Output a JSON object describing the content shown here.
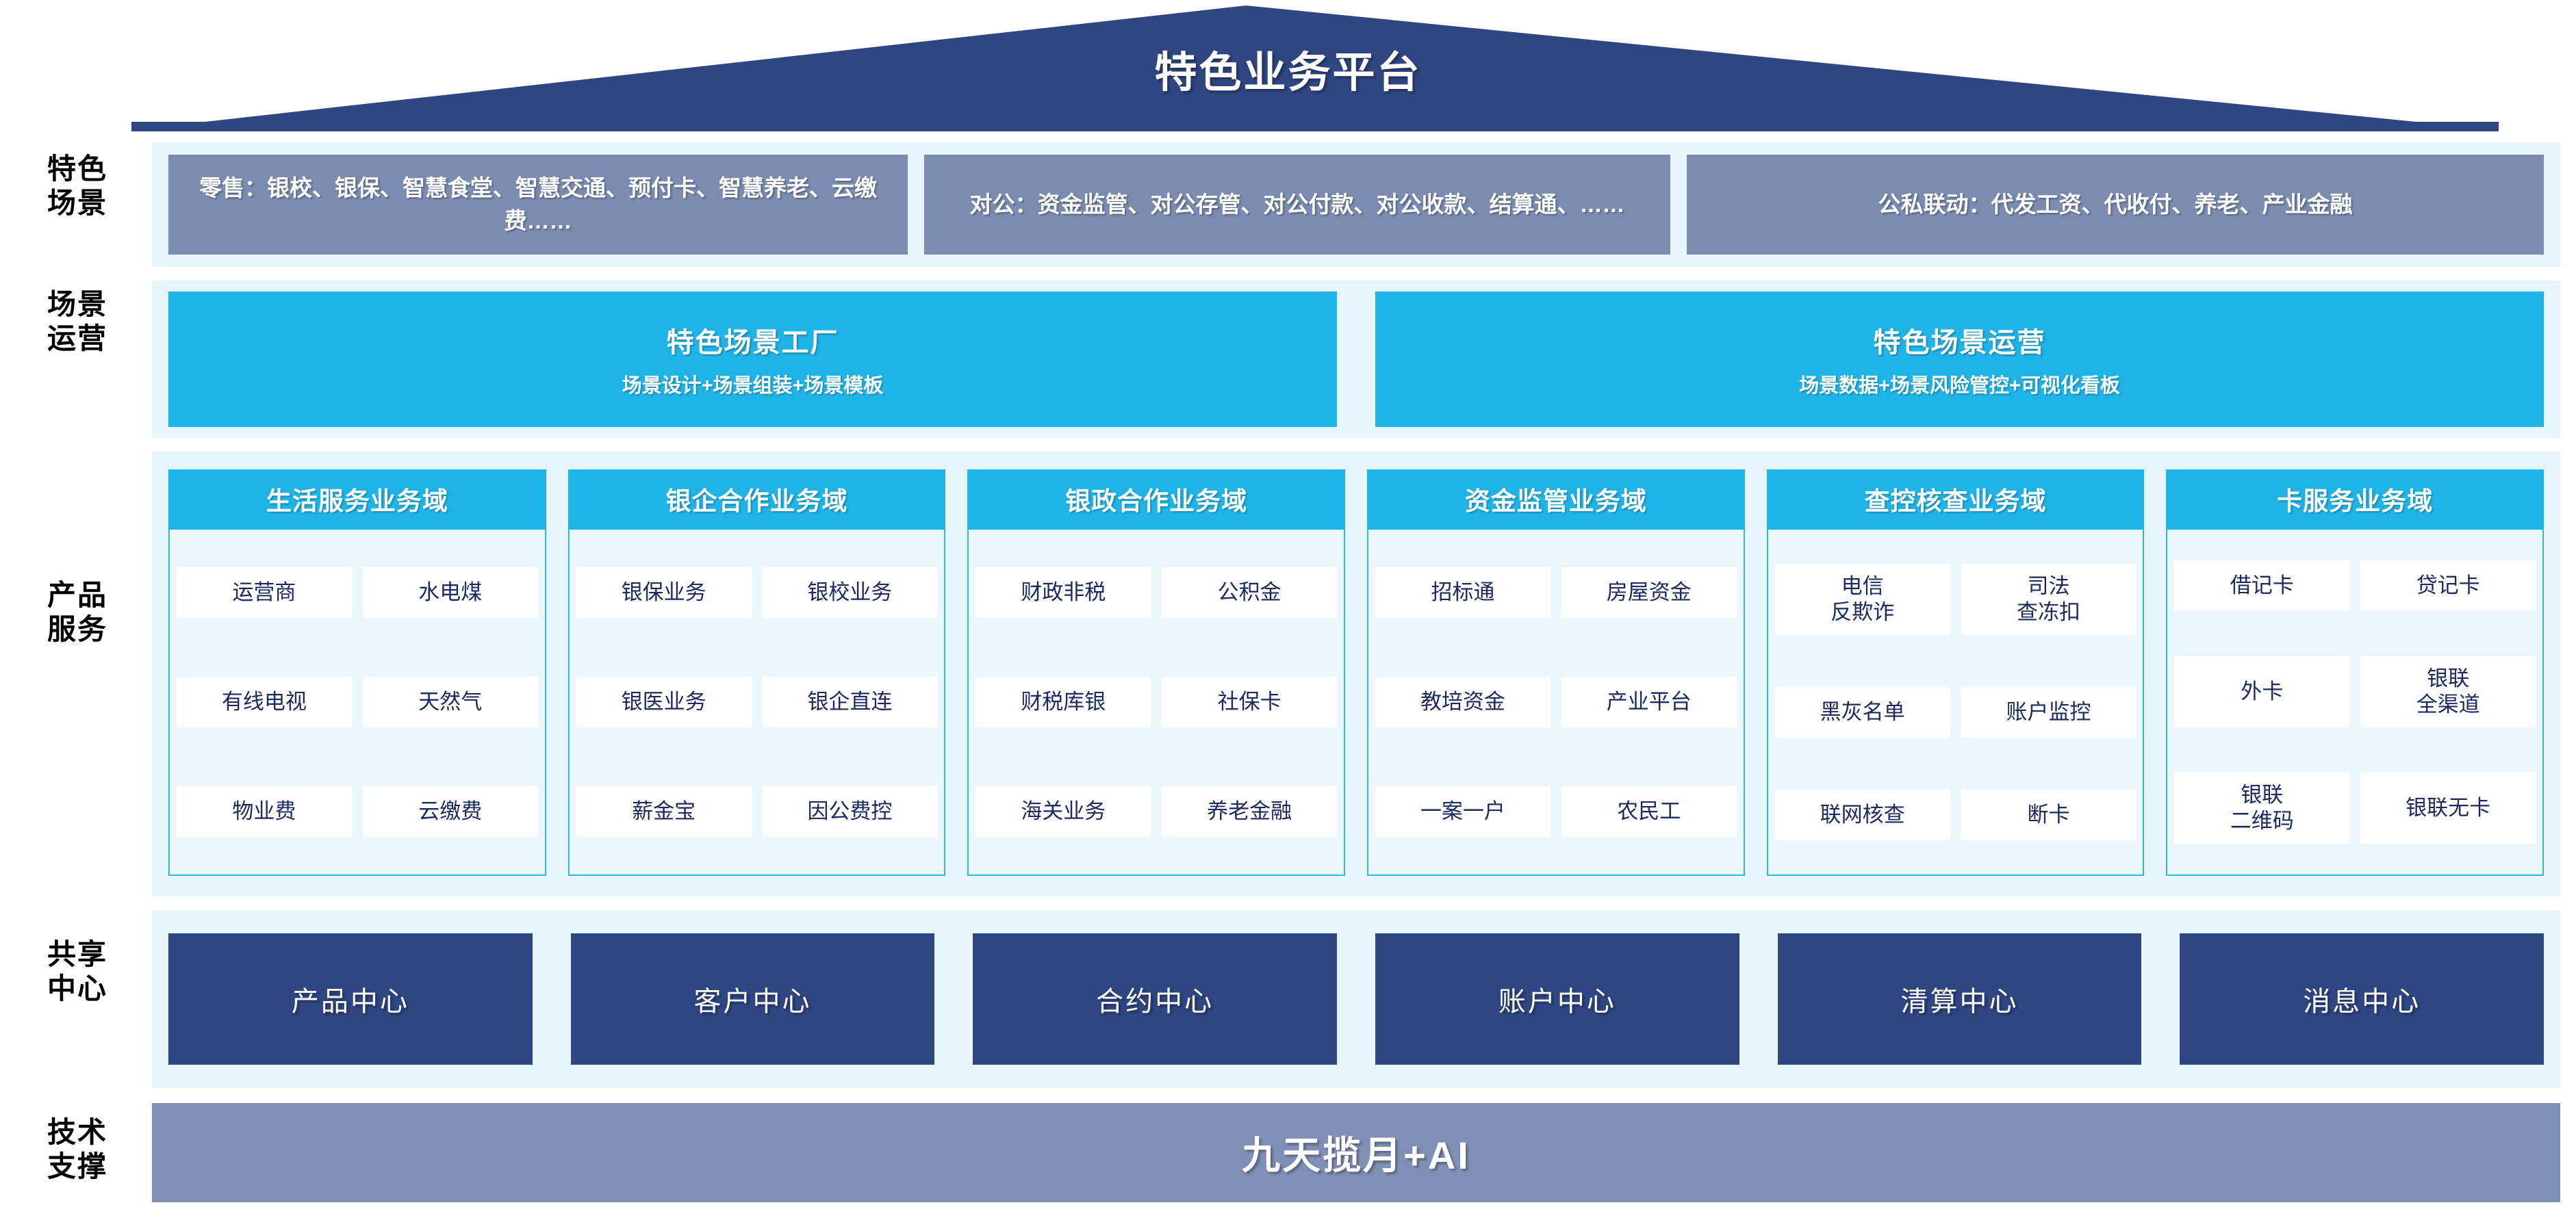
{
  "header": {
    "title": "特色业务平台",
    "roof_color": "#2f4682"
  },
  "colors": {
    "band_bg": "#e7f5fd",
    "scenario_box": "#7b8cb0",
    "cyan": "#1fb4e8",
    "deep_blue": "#2f4682",
    "tech_bar": "#808fb5",
    "cell_text": "#1b2a60"
  },
  "rows": {
    "scenario": {
      "label": "特色\n场景",
      "label_line1": "特色",
      "label_line2": "场景",
      "boxes": [
        {
          "name": "retail",
          "text": "零售：银校、银保、智慧食堂、智慧交通、预付卡、智慧养老、云缴费……"
        },
        {
          "name": "corporate",
          "text": "对公：资金监管、对公存管、对公付款、对公收款、结算通、……"
        },
        {
          "name": "public-private",
          "text": "公私联动：代发工资、代收付、养老、产业金融"
        }
      ]
    },
    "operation": {
      "label_line1": "场景",
      "label_line2": "运营",
      "boxes": [
        {
          "title": "特色场景工厂",
          "subtitle": "场景设计+场景组装+场景模板"
        },
        {
          "title": "特色场景运营",
          "subtitle": "场景数据+场景风险管控+可视化看板"
        }
      ]
    },
    "product": {
      "label_line1": "产品",
      "label_line2": "服务",
      "columns": [
        {
          "title": "生活服务业务域",
          "items": [
            [
              "运营商",
              "水电煤"
            ],
            [
              "有线电视",
              "天然气"
            ],
            [
              "物业费",
              "云缴费"
            ]
          ]
        },
        {
          "title": "银企合作业务域",
          "items": [
            [
              "银保业务",
              "银校业务"
            ],
            [
              "银医业务",
              "银企直连"
            ],
            [
              "薪金宝",
              "因公费控"
            ]
          ]
        },
        {
          "title": "银政合作业务域",
          "items": [
            [
              "财政非税",
              "公积金"
            ],
            [
              "财税库银",
              "社保卡"
            ],
            [
              "海关业务",
              "养老金融"
            ]
          ]
        },
        {
          "title": "资金监管业务域",
          "items": [
            [
              "招标通",
              "房屋资金"
            ],
            [
              "教培资金",
              "产业平台"
            ],
            [
              "一案一户",
              "农民工"
            ]
          ]
        },
        {
          "title": "查控核查业务域",
          "items": [
            [
              "电信\n反欺诈",
              "司法\n查冻扣"
            ],
            [
              "黑灰名单",
              "账户监控"
            ],
            [
              "联网核查",
              "断卡"
            ]
          ]
        },
        {
          "title": "卡服务业务域",
          "items": [
            [
              "借记卡",
              "贷记卡"
            ],
            [
              "外卡",
              "银联\n全渠道"
            ],
            [
              "银联\n二维码",
              "银联无卡"
            ]
          ]
        }
      ]
    },
    "shared": {
      "label_line1": "共享",
      "label_line2": "中心",
      "boxes": [
        "产品中心",
        "客户中心",
        "合约中心",
        "账户中心",
        "清算中心",
        "消息中心"
      ]
    },
    "tech": {
      "label_line1": "技术",
      "label_line2": "支撑",
      "text": "九天揽月+AI"
    }
  }
}
